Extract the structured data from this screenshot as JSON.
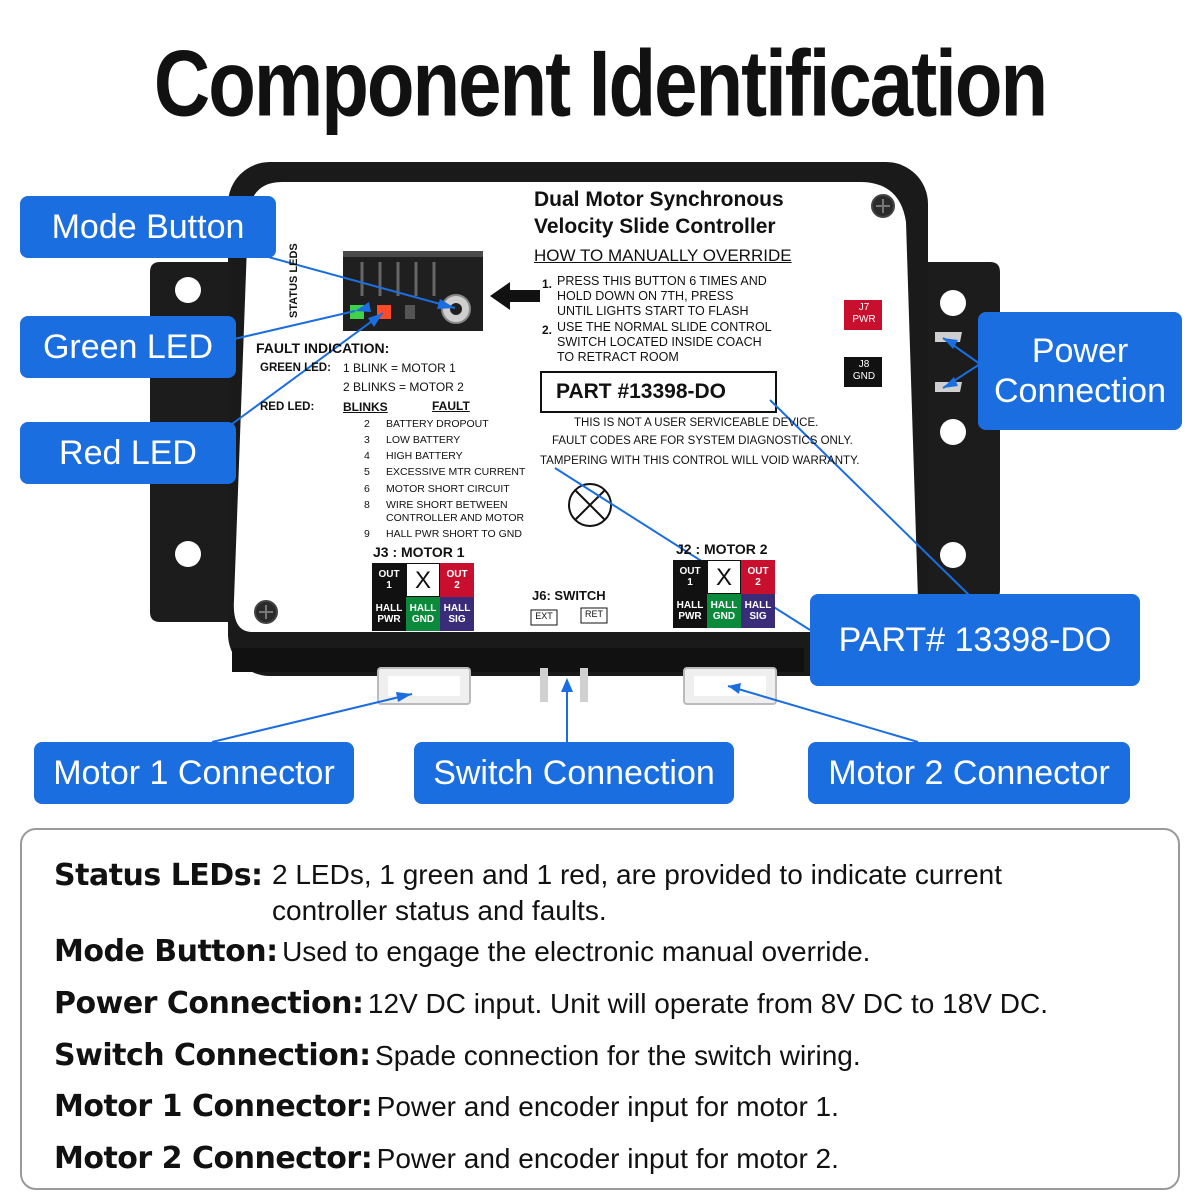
{
  "title": "Component Identification",
  "device": {
    "label_title_1": "Dual Motor Synchronous",
    "label_title_2": "Velocity Slide Controller",
    "howto": "HOW TO MANUALLY OVERRIDE",
    "step1_num": "1.",
    "step1_a": "PRESS THIS BUTTON 6 TIMES AND",
    "step1_b": "HOLD DOWN ON 7TH, PRESS",
    "step1_c": "UNTIL LIGHTS START TO FLASH",
    "step2_num": "2.",
    "step2_a": "USE THE NORMAL SLIDE CONTROL",
    "step2_b": "SWITCH LOCATED INSIDE COACH",
    "step2_c": "TO RETRACT ROOM",
    "part_box": "PART #13398-DO",
    "warn_1": "THIS IS NOT A USER SERVICEABLE DEVICE.",
    "warn_2": "FAULT CODES ARE FOR SYSTEM DIAGNOSTICS ONLY.",
    "warn_3": "TAMPERING WITH THIS CONTROL WILL VOID WARRANTY.",
    "status_leds": "STATUS LEDS",
    "fault_indication": "FAULT INDICATION:",
    "green_led_label": "GREEN LED:",
    "green_1": "1 BLINK = MOTOR 1",
    "green_2": "2 BLINKS = MOTOR 2",
    "red_led_label": "RED LED:",
    "col_blinks": "BLINKS",
    "col_fault": "FAULT",
    "faults": [
      {
        "n": "2",
        "t": "BATTERY DROPOUT"
      },
      {
        "n": "3",
        "t": "LOW BATTERY"
      },
      {
        "n": "4",
        "t": "HIGH BATTERY"
      },
      {
        "n": "5",
        "t": "EXCESSIVE MTR CURRENT"
      },
      {
        "n": "6",
        "t": "MOTOR SHORT CIRCUIT"
      },
      {
        "n": "8",
        "t": "WIRE SHORT BETWEEN"
      },
      {
        "n": "",
        "t": "CONTROLLER AND MOTOR"
      },
      {
        "n": "9",
        "t": "HALL PWR SHORT TO GND"
      }
    ],
    "j7": "J7",
    "j7_sub": "PWR",
    "j8": "J8",
    "j8_sub": "GND",
    "j3": "J3 : MOTOR 1",
    "j2": "J2 : MOTOR 2",
    "j6": "J6: SWITCH",
    "ext": "EXT",
    "ret": "RET",
    "pins": {
      "out1_a": "OUT",
      "out1_b": "1",
      "x": "X",
      "out2_a": "OUT",
      "out2_b": "2",
      "hallpwr_a": "HALL",
      "hallpwr_b": "PWR",
      "hallgnd_a": "HALL",
      "hallgnd_b": "GND",
      "hallsig_a": "HALL",
      "hallsig_b": "SIG"
    }
  },
  "callouts": {
    "mode_button": "Mode Button",
    "green_led": "Green LED",
    "red_led": "Red LED",
    "power_1": "Power",
    "power_2": "Connection",
    "part": "PART# 13398-DO",
    "motor1": "Motor 1 Connector",
    "switch": "Switch Connection",
    "motor2": "Motor 2 Connector"
  },
  "colors": {
    "callout_blue": "#1b6ee0",
    "pin_black": "#111111",
    "pin_red": "#c8102e",
    "pin_green": "#0a8a3a",
    "pin_purple": "#3b2c7a",
    "led_green": "#3fd14a",
    "led_red": "#ff4a2a"
  },
  "info": [
    {
      "term": "Status LEDs:",
      "def": "2 LEDs, 1 green and 1 red, are provided to indicate current",
      "def2": "controller status and faults."
    },
    {
      "term": "Mode Button:",
      "def": "Used to engage the electronic manual override."
    },
    {
      "term": "Power Connection:",
      "def": "12V DC input. Unit will operate from 8V DC to 18V DC."
    },
    {
      "term": "Switch Connection:",
      "def": "Spade connection for the switch wiring."
    },
    {
      "term": "Motor 1 Connector:",
      "def": "Power and encoder input for motor 1."
    },
    {
      "term": "Motor 2 Connector:",
      "def": "Power and encoder input for motor 2."
    }
  ]
}
